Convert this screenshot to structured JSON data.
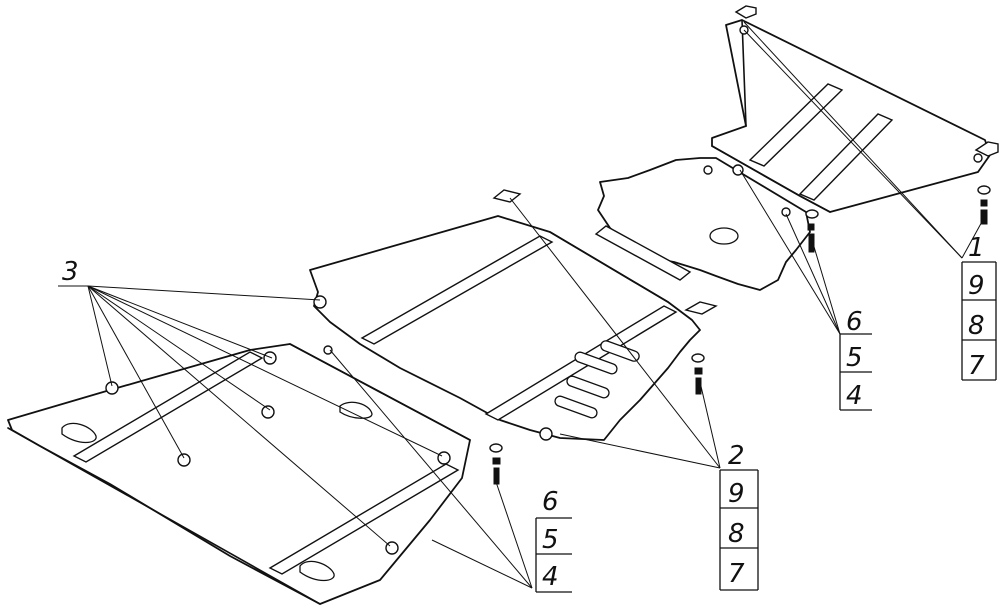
{
  "labels": {
    "group_left": [
      "6",
      "5",
      "4"
    ],
    "group_center": [
      "2",
      "9",
      "8",
      "7"
    ],
    "group_upper_mid": [
      "6",
      "5",
      "4"
    ],
    "group_right": [
      "1",
      "9",
      "8",
      "7"
    ],
    "callout_3": "3"
  }
}
